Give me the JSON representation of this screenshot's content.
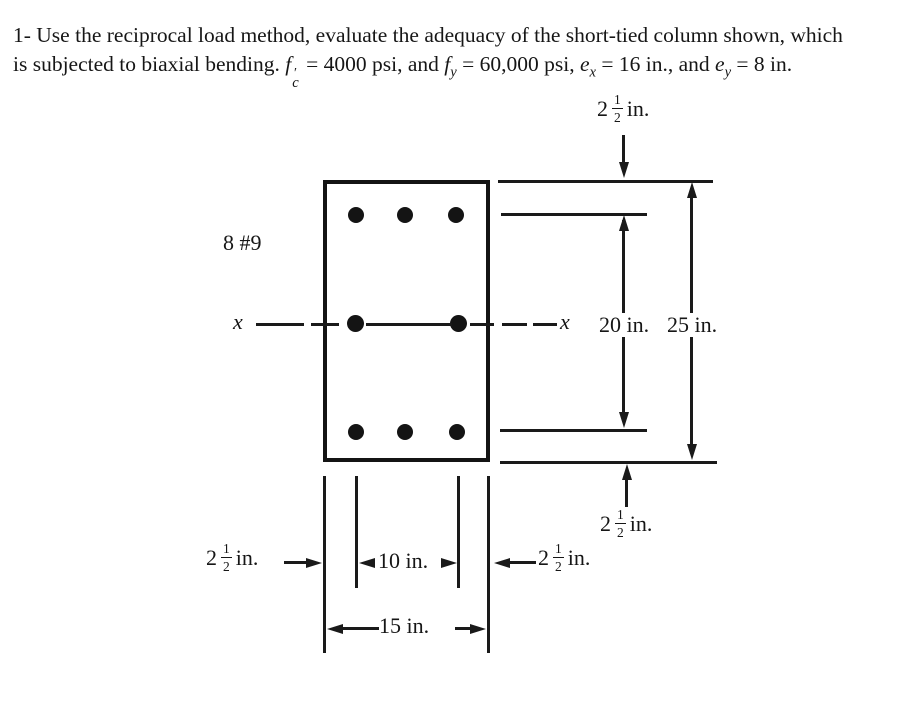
{
  "problem": {
    "line1": "1- Use the reciprocal load method, evaluate the adequacy of the short-tied column shown, which",
    "line2": {
      "lead": "is subjected to biaxial bending. ",
      "fc_base": "f",
      "fc_prime": "′",
      "fc_sub": "c",
      "seg_4000": " = 4000 psi, and ",
      "fy_base": "f",
      "fy_sub": "y",
      "seg_60000": " = 60,000 psi, ",
      "ex_base": "e",
      "ex_sub": "x",
      "seg_16": " = 16 in., and ",
      "ey_base": "e",
      "ey_sub": "y",
      "seg_8": " = 8 in."
    }
  },
  "diagram": {
    "rebar_label": "8 #9",
    "axis_left": "x",
    "axis_right": "x",
    "dim_20": "20 in.",
    "dim_25": "25 in.",
    "dim_10": "10 in.",
    "dim_15": "15 in.",
    "dim_2half": {
      "whole": "2",
      "num": "1",
      "den": "2",
      "unit": "in."
    }
  }
}
